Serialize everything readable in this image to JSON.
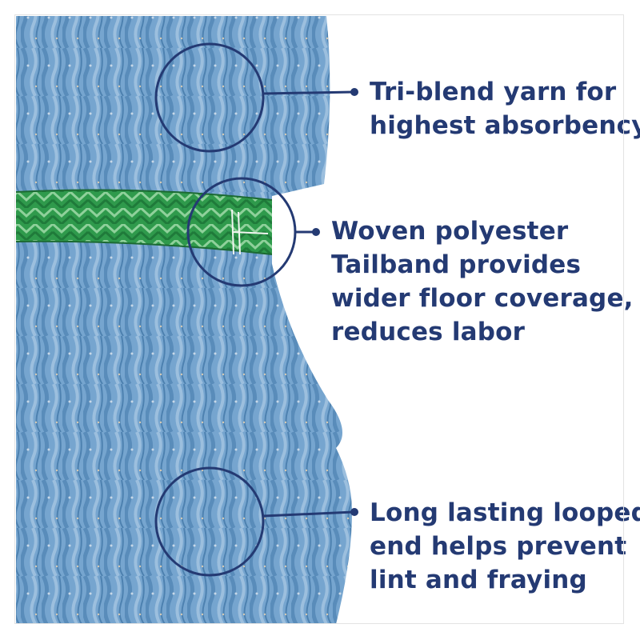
{
  "callouts": [
    {
      "lines": [
        "Tri-blend yarn for",
        "highest absorbency"
      ]
    },
    {
      "lines": [
        "Woven polyester",
        "Tailband provides",
        "wider floor coverage,",
        "reduces labor"
      ]
    },
    {
      "lines": [
        "Long lasting looped",
        "end helps prevent",
        "lint and fraying"
      ]
    }
  ],
  "colors": {
    "accent": "#243a73",
    "yarn": "#7eaed6",
    "yarn_shadow": "#4f85b3",
    "tailband": "#2f9a4c",
    "tailband_light": "#8fd19b"
  }
}
